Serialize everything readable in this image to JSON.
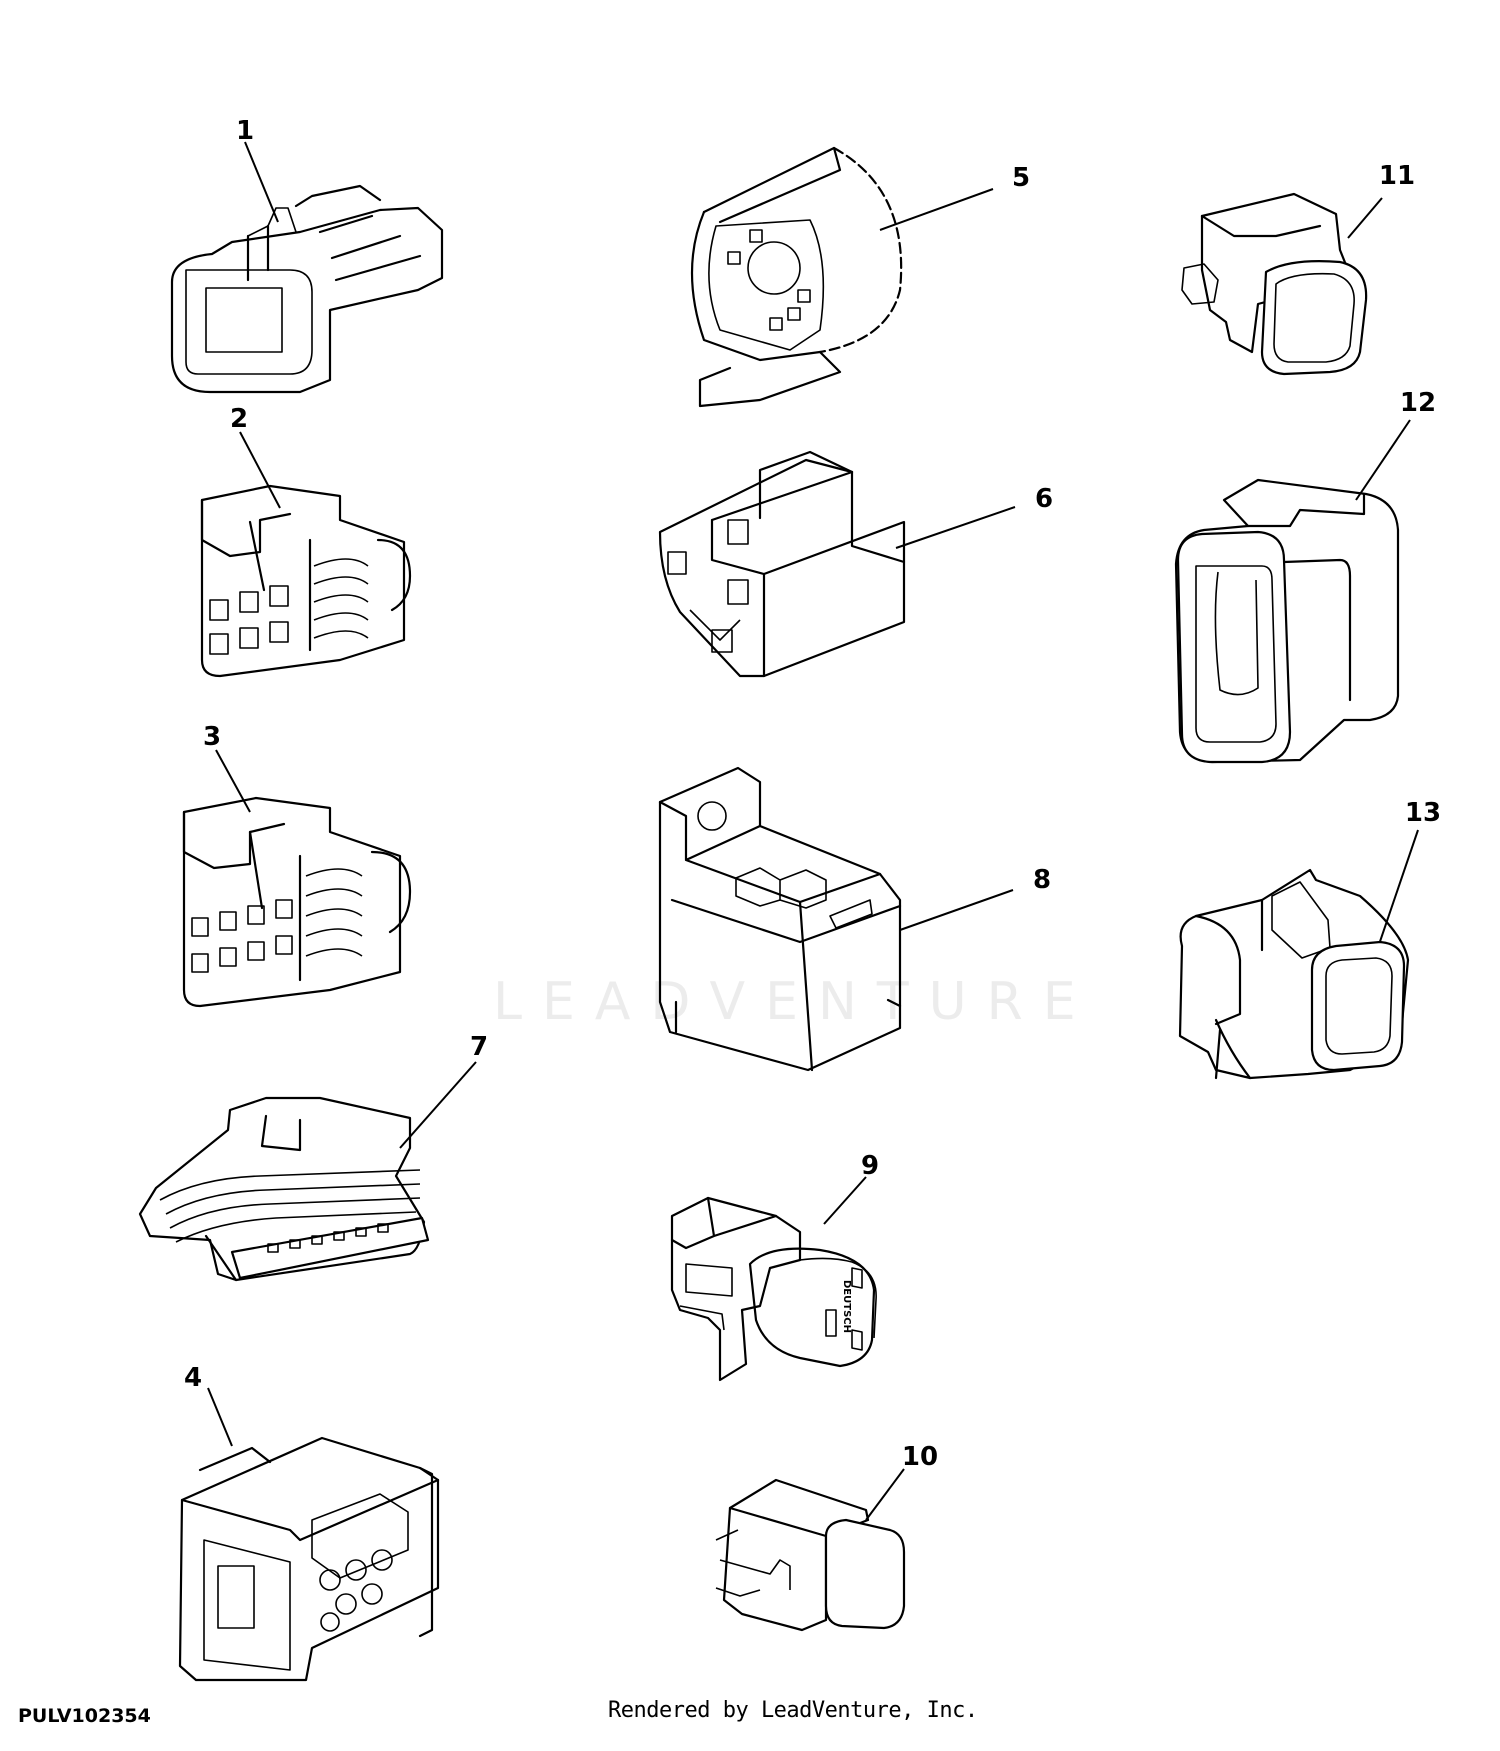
{
  "diagram": {
    "doc_id": "PULV102354",
    "footer": "Rendered by LeadVenture, Inc.",
    "watermark": "LEADVENTURE",
    "callouts": [
      {
        "id": "c1",
        "label": "1"
      },
      {
        "id": "c2",
        "label": "2"
      },
      {
        "id": "c3",
        "label": "3"
      },
      {
        "id": "c4",
        "label": "4"
      },
      {
        "id": "c5",
        "label": "5"
      },
      {
        "id": "c6",
        "label": "6"
      },
      {
        "id": "c7",
        "label": "7"
      },
      {
        "id": "c8",
        "label": "8"
      },
      {
        "id": "c9",
        "label": "9"
      },
      {
        "id": "c10",
        "label": "10"
      },
      {
        "id": "c11",
        "label": "11"
      },
      {
        "id": "c12",
        "label": "12"
      },
      {
        "id": "c13",
        "label": "13"
      }
    ],
    "part_9_marking": "DEUTSCH"
  }
}
